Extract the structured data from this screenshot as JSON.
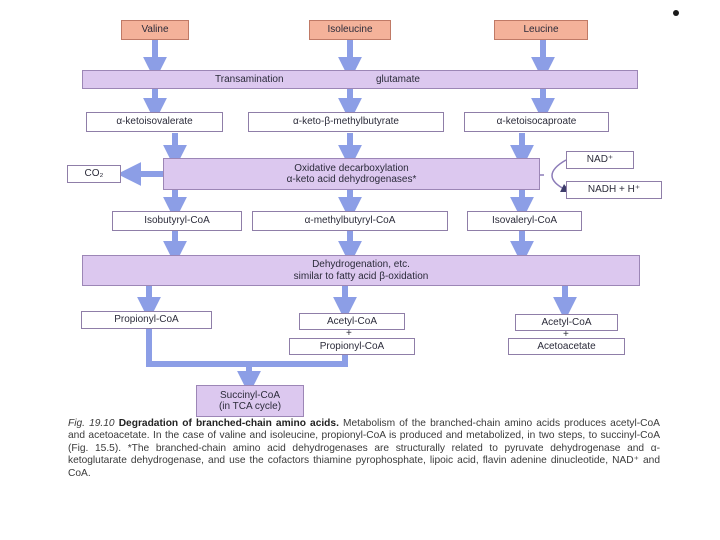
{
  "colors": {
    "arrow": "#8c9ee6",
    "amino_acid_box": "#f4b29a",
    "process_box": "#dcc8ef",
    "product_box": "#ffffff"
  },
  "amino_acids": [
    "Valine",
    "Isoleucine",
    "Leucine"
  ],
  "transamination": {
    "label": "Transamination",
    "product": "glutamate"
  },
  "keto_acids": [
    "α-ketoisovalerate",
    "α-keto-β-methylbutyrate",
    "α-ketoisocaproate"
  ],
  "oxidative": {
    "line1": "Oxidative decarboxylation",
    "line2": "α-keto acid dehydrogenases*",
    "co2": "CO₂",
    "nad": "NAD⁺",
    "nadh": "NADH + H⁺"
  },
  "acyl_coas": [
    "Isobutyryl-CoA",
    "α-methylbutyryl-CoA",
    "Isovaleryl-CoA"
  ],
  "dehydrogenation": {
    "line1": "Dehydrogenation, etc.",
    "line2": "similar to fatty acid β-oxidation"
  },
  "products": {
    "valine": "Propionyl-CoA",
    "isoleucine_a": "Acetyl-CoA",
    "isoleucine_b": "Propionyl-CoA",
    "leucine_a": "Acetyl-CoA",
    "leucine_b": "Acetoacetate",
    "plus": "+"
  },
  "succinyl": {
    "line1": "Succinyl-CoA",
    "line2": "(in TCA cycle)"
  },
  "caption": {
    "fig": "Fig.  19.10",
    "title": "Degradation of branched-chain amino acids.",
    "body": "Metabolism of the branched-chain amino acids produces acetyl-CoA and acetoacetate. In the case of valine and isoleucine, propionyl-CoA is produced and metabolized, in two steps, to succinyl-CoA (Fig. 15.5). *The branched-chain amino acid dehydrogenases are structurally related to pyruvate dehydrogenase and α-ketoglutarate dehydrogenase, and use the cofactors thiamine pyrophosphate, lipoic acid, flavin adenine dinucleotide, NAD⁺ and CoA."
  }
}
